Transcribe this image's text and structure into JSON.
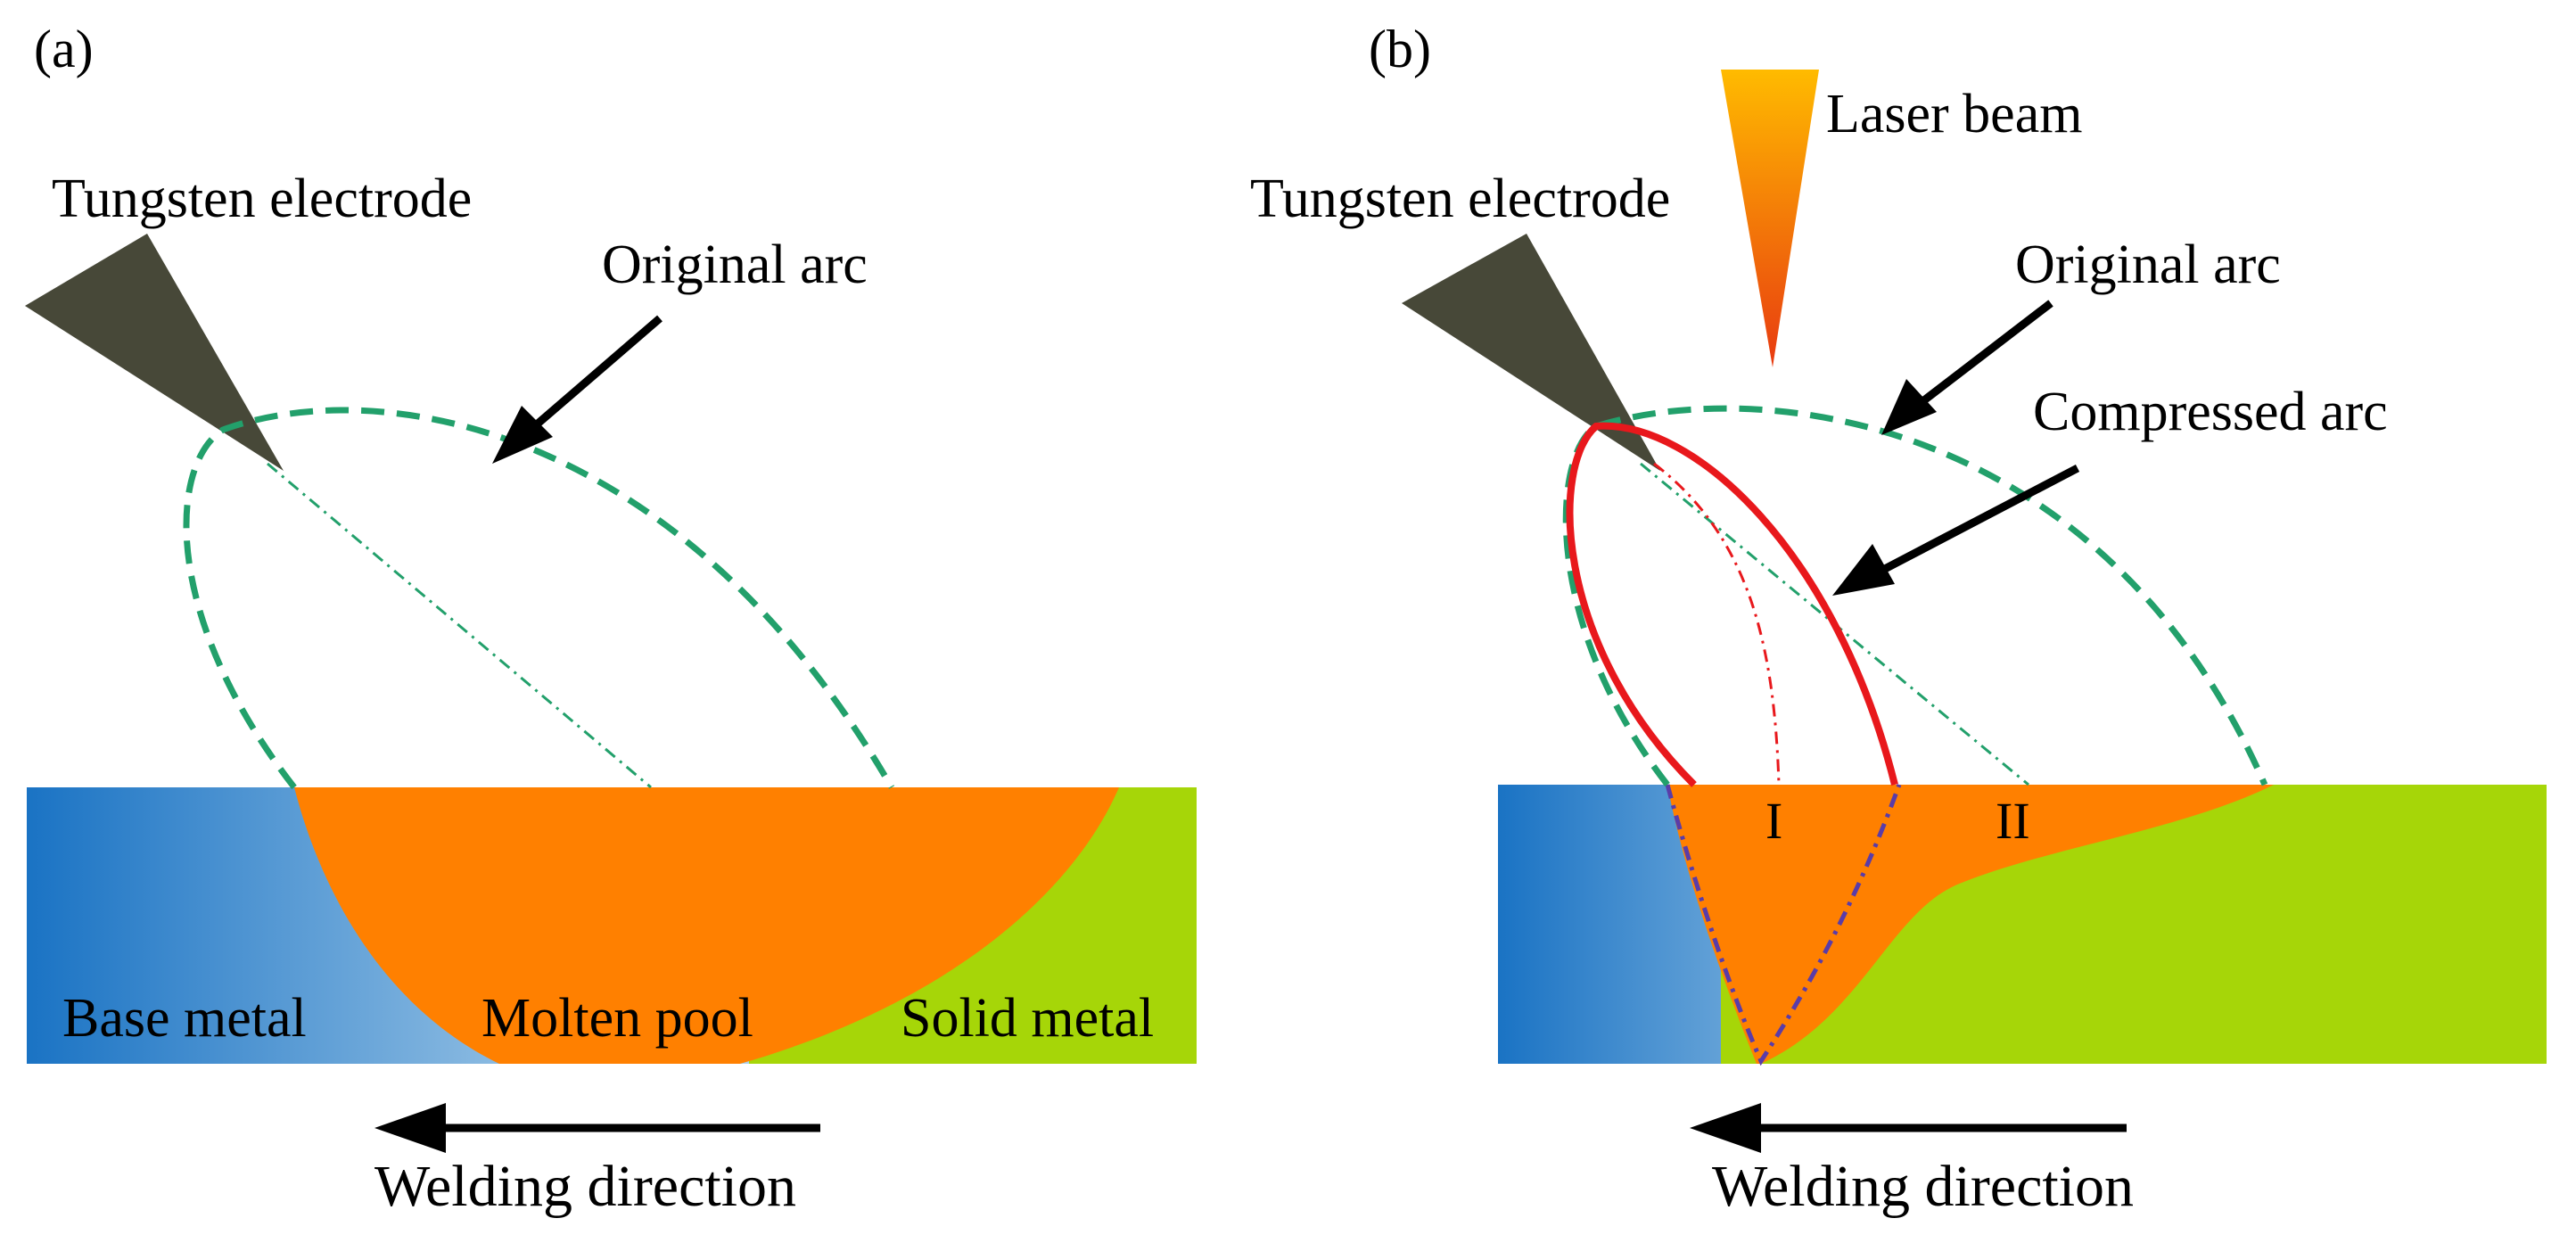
{
  "panel_a": {
    "tag": "(a)",
    "tungsten_label": "Tungsten electrode",
    "original_arc_label": "Original arc",
    "base_metal_label": "Base metal",
    "molten_pool_label": "Molten pool",
    "solid_metal_label": "Solid metal",
    "direction_label": "Welding direction"
  },
  "panel_b": {
    "tag": "(b)",
    "laser_label": "Laser beam",
    "tungsten_label": "Tungsten electrode",
    "original_arc_label": "Original arc",
    "compressed_arc_label": "Compressed arc",
    "zone_one": "I",
    "zone_two": "II",
    "direction_label": "Welding direction"
  },
  "colors": {
    "base_metal_dark": "#1a73c4",
    "base_metal_light": "#b3d4ec",
    "molten_pool": "#ff8000",
    "solid_metal": "#a6d608",
    "electrode": "#474838",
    "original_arc": "#22a06b",
    "compressed_arc": "#e8181c",
    "pool_boundary": "#5a3ca8",
    "laser_top": "#ffbb00",
    "laser_bottom": "#e83a10"
  }
}
